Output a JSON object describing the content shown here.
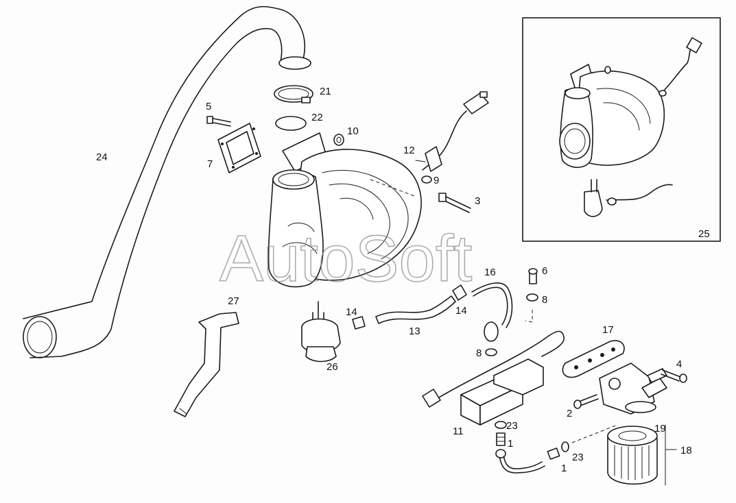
{
  "watermark": "AutoSoft",
  "callouts": {
    "c1a": "1",
    "c1b": "1",
    "c2": "2",
    "c3": "3",
    "c4": "4",
    "c5": "5",
    "c6": "6",
    "c7": "7",
    "c8a": "8",
    "c8b": "8",
    "c9": "9",
    "c10": "10",
    "c11": "11",
    "c12": "12",
    "c13": "13",
    "c14a": "14",
    "c14b": "14",
    "c16": "16",
    "c17": "17",
    "c18": "18",
    "c19": "19",
    "c21": "21",
    "c22": "22",
    "c23a": "23",
    "c23b": "23",
    "c24": "24",
    "c25": "25",
    "c26": "26",
    "c27": "27"
  }
}
